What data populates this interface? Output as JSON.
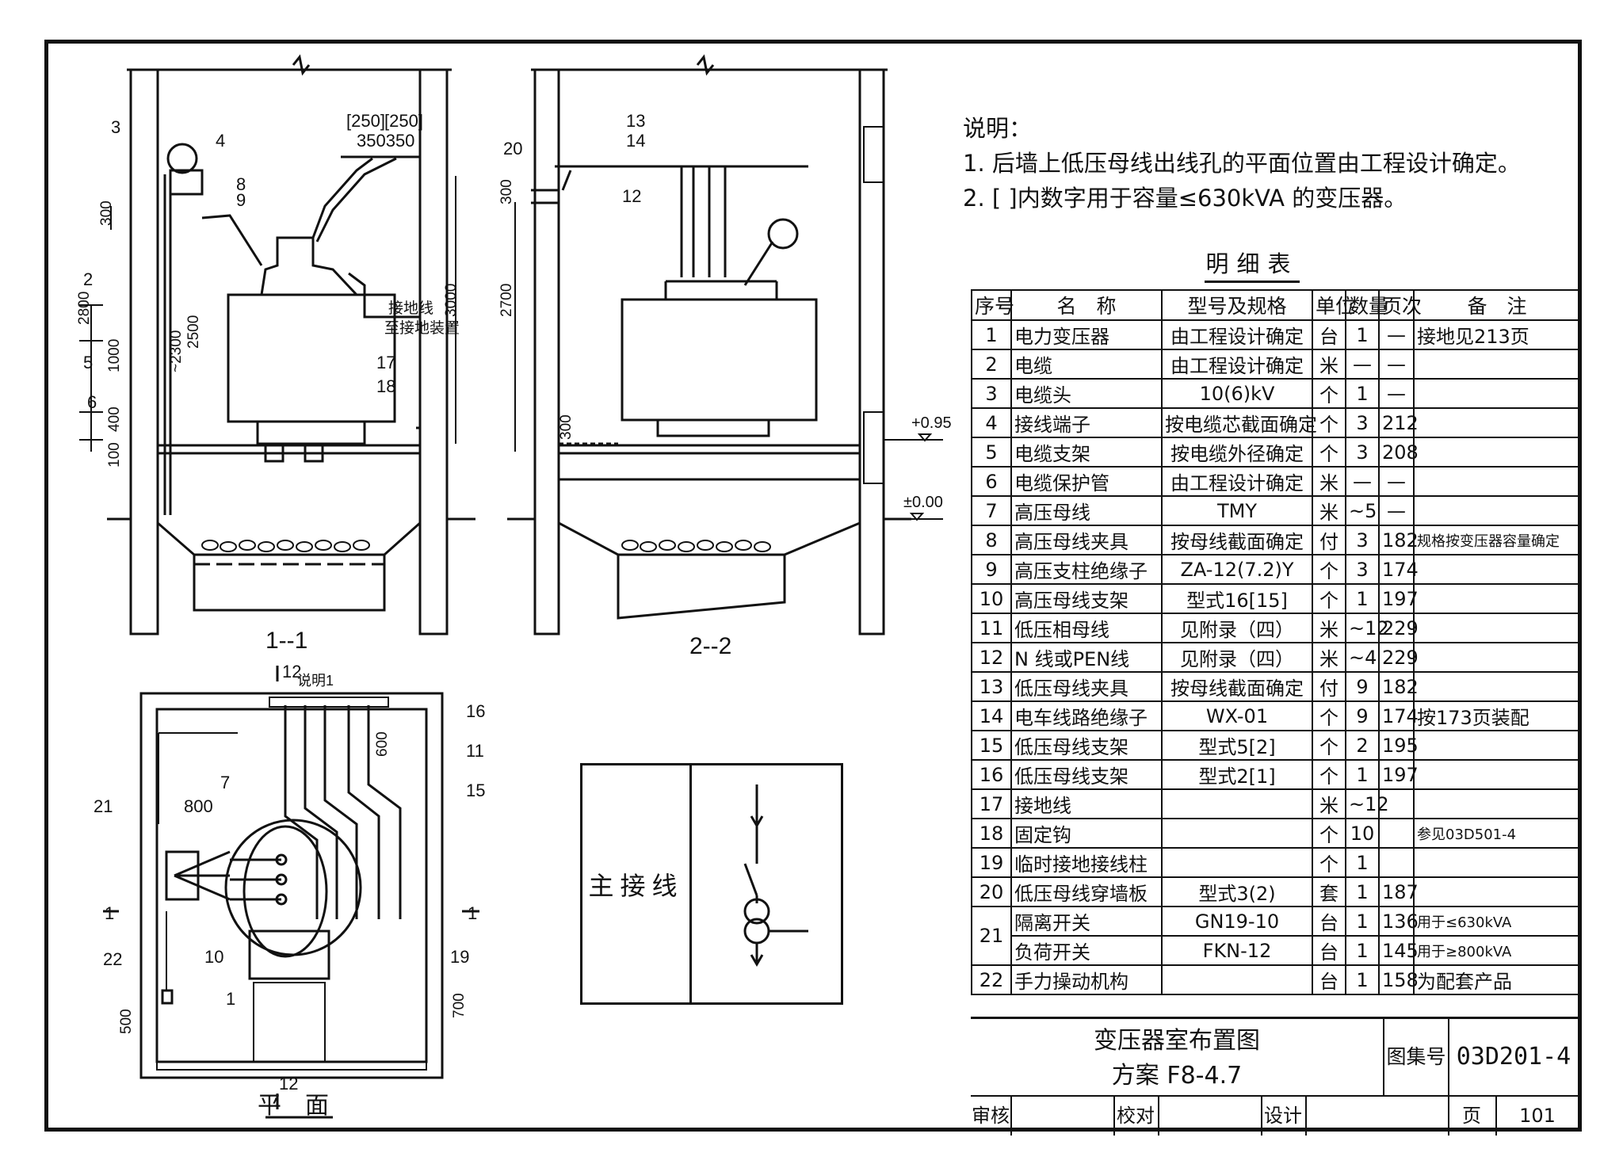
{
  "notes": {
    "heading": "说明：",
    "items": [
      "1. 后墙上低压母线出线孔的平面位置由工程设计确定。",
      "2. [ ]内数字用于容量≤630kVA 的变压器。"
    ]
  },
  "table": {
    "title": "明细表",
    "headers": [
      "序号",
      "名　称",
      "型号及规格",
      "单位",
      "数量",
      "页次",
      "备　注"
    ],
    "rows": [
      [
        "1",
        "电力变压器",
        "由工程设计确定",
        "台",
        "1",
        "—",
        "接地见213页"
      ],
      [
        "2",
        "电缆",
        "由工程设计确定",
        "米",
        "—",
        "—",
        ""
      ],
      [
        "3",
        "电缆头",
        "10(6)kV",
        "个",
        "1",
        "—",
        ""
      ],
      [
        "4",
        "接线端子",
        "按电缆芯截面确定",
        "个",
        "3",
        "212",
        ""
      ],
      [
        "5",
        "电缆支架",
        "按电缆外径确定",
        "个",
        "3",
        "208",
        ""
      ],
      [
        "6",
        "电缆保护管",
        "由工程设计确定",
        "米",
        "—",
        "—",
        ""
      ],
      [
        "7",
        "高压母线",
        "TMY",
        "米",
        "~5",
        "—",
        ""
      ],
      [
        "8",
        "高压母线夹具",
        "按母线截面确定",
        "付",
        "3",
        "182",
        "规格按变压器容量确定"
      ],
      [
        "9",
        "高压支柱绝缘子",
        "ZA-12(7.2)Y",
        "个",
        "3",
        "174",
        ""
      ],
      [
        "10",
        "高压母线支架",
        "型式16[15]",
        "个",
        "1",
        "197",
        ""
      ],
      [
        "11",
        "低压相母线",
        "见附录（四）",
        "米",
        "~12",
        "229",
        ""
      ],
      [
        "12",
        "N 线或PEN线",
        "见附录（四）",
        "米",
        "~4",
        "229",
        ""
      ],
      [
        "13",
        "低压母线夹具",
        "按母线截面确定",
        "付",
        "9",
        "182",
        ""
      ],
      [
        "14",
        "电车线路绝缘子",
        "WX-01",
        "个",
        "9",
        "174",
        "按173页装配"
      ],
      [
        "15",
        "低压母线支架",
        "型式5[2]",
        "个",
        "2",
        "195",
        ""
      ],
      [
        "16",
        "低压母线支架",
        "型式2[1]",
        "个",
        "1",
        "197",
        ""
      ],
      [
        "17",
        "接地线",
        "",
        "米",
        "~12",
        "",
        ""
      ],
      [
        "18",
        "固定钩",
        "",
        "个",
        "10",
        "",
        "参见03D501-4"
      ],
      [
        "19",
        "临时接地接线柱",
        "",
        "个",
        "1",
        "",
        ""
      ],
      [
        "20",
        "低压母线穿墙板",
        "型式3(2)",
        "套",
        "1",
        "187",
        ""
      ],
      [
        "21a",
        "隔离开关",
        "GN19-10",
        "台",
        "1",
        "136",
        "用于≤630kVA"
      ],
      [
        "21b",
        "负荷开关",
        "FKN-12",
        "台",
        "1",
        "145",
        "用于≥800kVA"
      ],
      [
        "22",
        "手力操动机构",
        "",
        "台",
        "1",
        "158",
        "为配套产品"
      ]
    ]
  },
  "title_block": {
    "title": "变压器室布置图",
    "scheme": "方案 F8-4.7",
    "set_label": "图集号",
    "set_value": "03D201-4",
    "review": "审核",
    "check": "校对",
    "design": "设计",
    "page_label": "页",
    "page_value": "101"
  },
  "views": {
    "section1": "1--1",
    "section2": "2--2",
    "plan": "平　面",
    "main_wiring": "主接线",
    "ground_label_1": "接地线",
    "ground_label_2": "至接地装置",
    "note_ref": "说明1"
  },
  "dims": {
    "d250a": "[250]",
    "d250b": "[250]",
    "d350": "350350",
    "d300a": "300",
    "d2800": "2800",
    "d2300": "~2300",
    "d2500": "2500",
    "d1000": "1000",
    "d400": "400",
    "d100": "100",
    "d3000": "3000",
    "d2700": "2700",
    "d300b": "300",
    "d300c": "300",
    "e095": "+0.95",
    "e000": "±0.00",
    "d600": "600",
    "d800": "800",
    "d500": "500",
    "d700": "700"
  },
  "callouts": {
    "c1": "1",
    "c2": "2",
    "c3": "3",
    "c4": "4",
    "c5": "5",
    "c6": "6",
    "c7": "7",
    "c8": "8",
    "c9": "9",
    "c10": "10",
    "c11": "11",
    "c12a": "12",
    "c12b": "12",
    "c12c": "12",
    "c13": "13",
    "c14": "14",
    "c15": "15",
    "c16": "16",
    "c17": "17",
    "c18": "18",
    "c19": "19",
    "c20": "20",
    "c21": "21",
    "c22": "22",
    "s1a": "1",
    "s1b": "1"
  }
}
